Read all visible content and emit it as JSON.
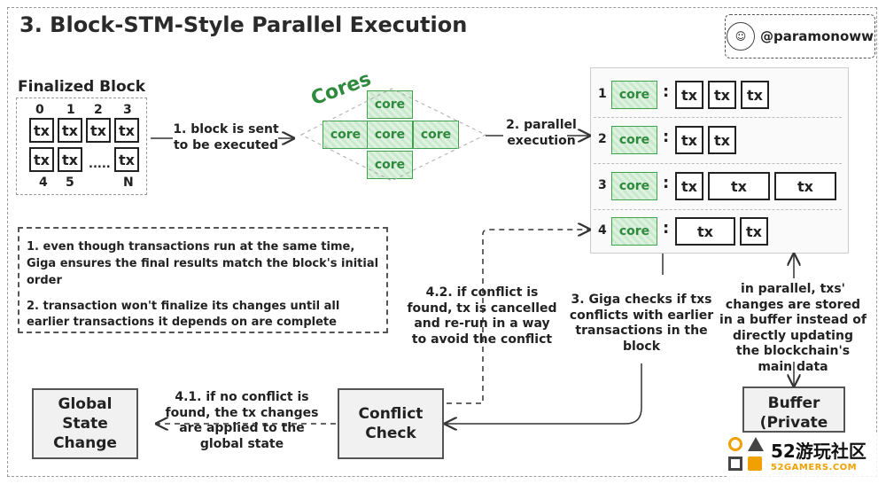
{
  "title": "3. Block-STM-Style Parallel Execution",
  "handle": "@paramonoww",
  "finalized_block": {
    "title": "Finalized Block",
    "top_indices": [
      "0",
      "1",
      "2",
      "3"
    ],
    "bottom_indices": [
      "4",
      "5",
      "N"
    ],
    "tx_label": "tx",
    "ellipsis": "....."
  },
  "cores": {
    "word": "Cores",
    "core_label": "core"
  },
  "steps": {
    "step1": "1. block is sent to be executed",
    "step2": "2. parallel execution",
    "step3": "3. Giga checks if txs conflicts with earlier transactions in the block",
    "step41": "4.1. if no conflict is found, the tx changes are applied to the global state",
    "step42": "4.2. if conflict is found, tx is cancelled and re-run in a way to avoid the conflict",
    "parallel_note": "in parallel, txs' changes are stored in a buffer instead of directly updating the blockchain's main data"
  },
  "execution_rows": [
    {
      "num": "1",
      "core": "core",
      "colon": ":",
      "txs": [
        "tx",
        "tx",
        "tx"
      ]
    },
    {
      "num": "2",
      "core": "core",
      "colon": ":",
      "txs": [
        "tx",
        "tx"
      ]
    },
    {
      "num": "3",
      "core": "core",
      "colon": ":",
      "txs": [
        "tx",
        "tx",
        "tx"
      ]
    },
    {
      "num": "4",
      "core": "core",
      "colon": ":",
      "txs": [
        "tx",
        "tx"
      ]
    }
  ],
  "notes": [
    "1. even though transactions run at the same time, Giga ensures the final results match the block's initial order",
    "2. transaction won't finalize its changes until all earlier transactions it depends on are complete"
  ],
  "boxes": {
    "global_state": "Global State Change",
    "conflict_check": "Conflict Check",
    "buffer": "Buffer (Private"
  },
  "watermark": {
    "main": "52游玩社区",
    "sub": "52GAMERS.COM"
  },
  "colors": {
    "core_green": "#2f8a3e",
    "watermark_orange": "#f0a000"
  }
}
